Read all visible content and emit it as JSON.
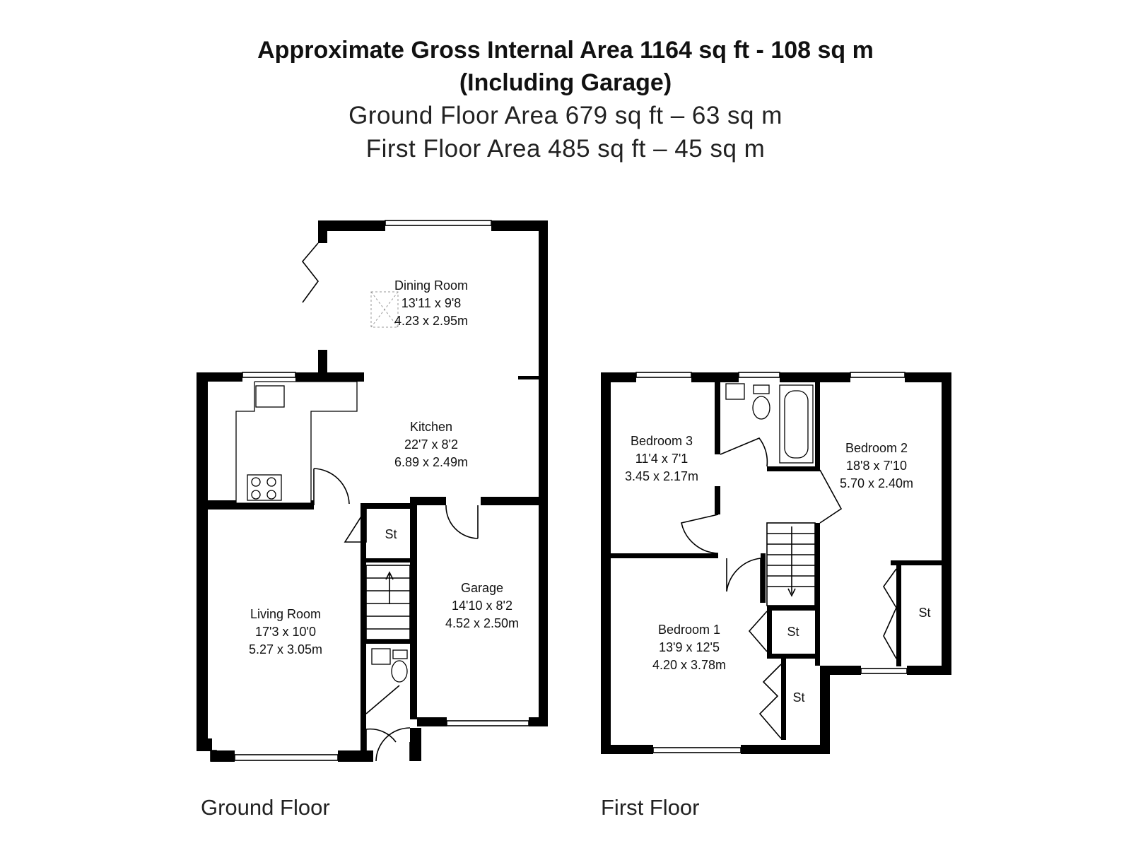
{
  "header": {
    "line1": "Approximate Gross Internal Area 1164 sq ft - 108 sq m",
    "line2": "(Including Garage)",
    "line3": "Ground Floor Area 679 sq ft – 63 sq m",
    "line4": "First Floor Area 485 sq ft – 45 sq m"
  },
  "floors": {
    "ground": "Ground Floor",
    "first": "First Floor"
  },
  "rooms": {
    "dining": {
      "name": "Dining Room",
      "imperial": "13'11 x 9'8",
      "metric": "4.23 x 2.95m"
    },
    "kitchen": {
      "name": "Kitchen",
      "imperial": "22'7 x 8'2",
      "metric": "6.89 x 2.49m"
    },
    "living": {
      "name": "Living Room",
      "imperial": "17'3 x 10'0",
      "metric": "5.27 x 3.05m"
    },
    "garage": {
      "name": "Garage",
      "imperial": "14'10 x 8'2",
      "metric": "4.52 x 2.50m"
    },
    "bed3": {
      "name": "Bedroom 3",
      "imperial": "11'4 x 7'1",
      "metric": "3.45 x 2.17m"
    },
    "bed2": {
      "name": "Bedroom 2",
      "imperial": "18'8 x 7'10",
      "metric": "5.70 x 2.40m"
    },
    "bed1": {
      "name": "Bedroom 1",
      "imperial": "13'9 x 12'5",
      "metric": "4.20 x 3.78m"
    }
  },
  "storage_label": "St"
}
